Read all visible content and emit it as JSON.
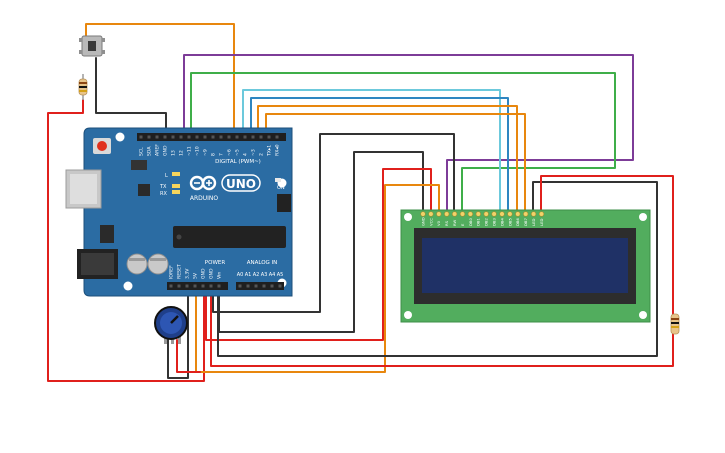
{
  "arduino": {
    "model": "UNO",
    "brand": "ARDUINO",
    "digital_header": "DIGITAL (PWM~)",
    "power_header": "POWER",
    "analog_header": "ANALOG IN",
    "on_label": "ON",
    "tx_label": "TX",
    "rx_label": "RX",
    "l_label": "L",
    "top_pins": [
      "SCL",
      "SDA",
      "AREF",
      "GND",
      "13",
      "12",
      "~11",
      "~10",
      "~9",
      "8",
      "7",
      "~6",
      "~5",
      "4",
      "~3",
      "2",
      "TX▸1",
      "RX◂0"
    ],
    "power_pins": [
      "IOREF",
      "RESET",
      "3.3V",
      "5V",
      "GND",
      "GND",
      "Vin"
    ],
    "analog_pins": [
      "A0",
      "A1",
      "A2",
      "A3",
      "A4",
      "A5"
    ]
  },
  "lcd": {
    "pin_labels": [
      "GND",
      "VCC",
      "V0",
      "RS",
      "RW",
      "E",
      "DB0",
      "DB1",
      "DB2",
      "DB3",
      "DB4",
      "DB5",
      "DB6",
      "DB7",
      "LED",
      "LED"
    ]
  },
  "wire_colors": {
    "red": "#e0201c",
    "black": "#333333",
    "orange": "#e8870e",
    "green": "#3fae49",
    "purple": "#7d3c98",
    "cyan": "#6cc9dc",
    "blue": "#2e86c1"
  },
  "board_color": "#2b6ca3",
  "lcd_pcb_color": "#52ad5e",
  "lcd_screen_color": "#1f3166"
}
